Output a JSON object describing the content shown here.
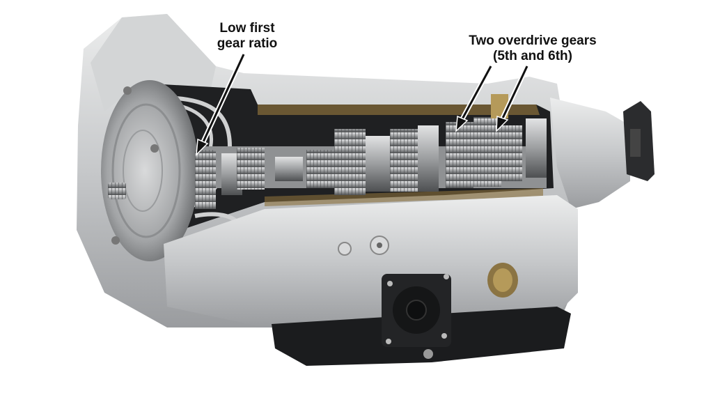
{
  "figure": {
    "subject": "Six-speed automatic transmission cutaway",
    "background": "#ffffff"
  },
  "annotations": [
    {
      "id": "low-first",
      "line1": "Low first",
      "line2": "gear ratio",
      "target": "first gear set (front)"
    },
    {
      "id": "overdrive",
      "line1": "Two overdrive gears",
      "line2": "(5th and 6th)",
      "target": "rear gear sets"
    }
  ],
  "colors": {
    "housing": "#c9cbcd",
    "housing_light": "#e6e7e8",
    "housing_shadow": "#8e9194",
    "cavity": "#1e1f21",
    "pan": "#1a1a1c",
    "gear": "#a7a9ab",
    "gear_dark": "#6c6e70",
    "brass": "#b59a5a",
    "arrow_stroke": "#111111",
    "arrow_outline": "#ffffff",
    "text": "#111111"
  }
}
